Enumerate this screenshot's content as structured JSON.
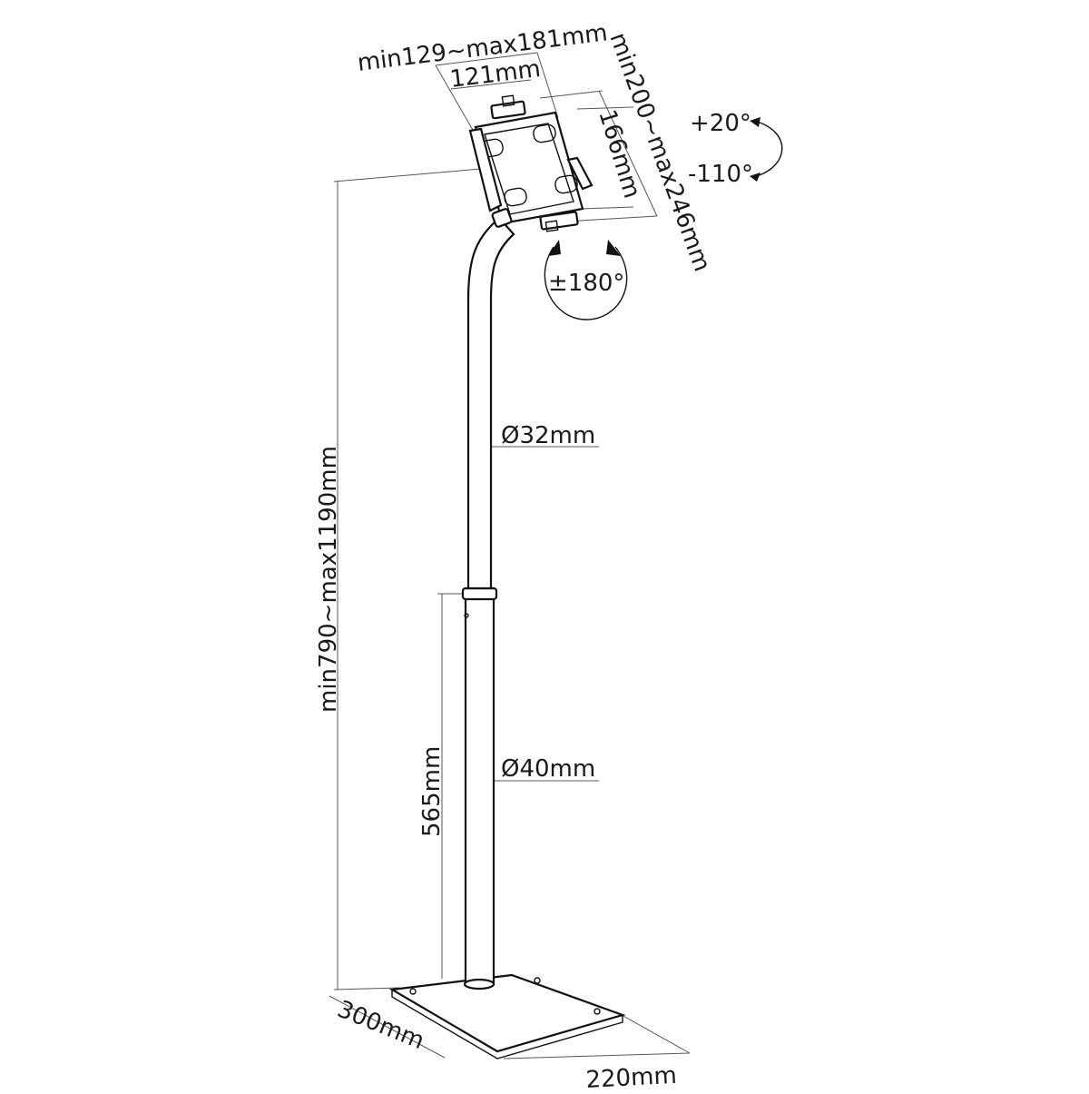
{
  "diagram": {
    "labels": {
      "holder_range": "min129~max181mm",
      "holder_width": "121mm",
      "holder_height": "166mm",
      "holder_height_range": "min200~max246mm",
      "tilt_up": "+20°",
      "tilt_down": "-110°",
      "rotation": "±180°",
      "upper_tube_diameter": "Ø32mm",
      "lower_tube_diameter": "Ø40mm",
      "total_height_range": "min790~max1190mm",
      "lower_tube_height": "565mm",
      "base_depth": "300mm",
      "base_width": "220mm"
    }
  }
}
